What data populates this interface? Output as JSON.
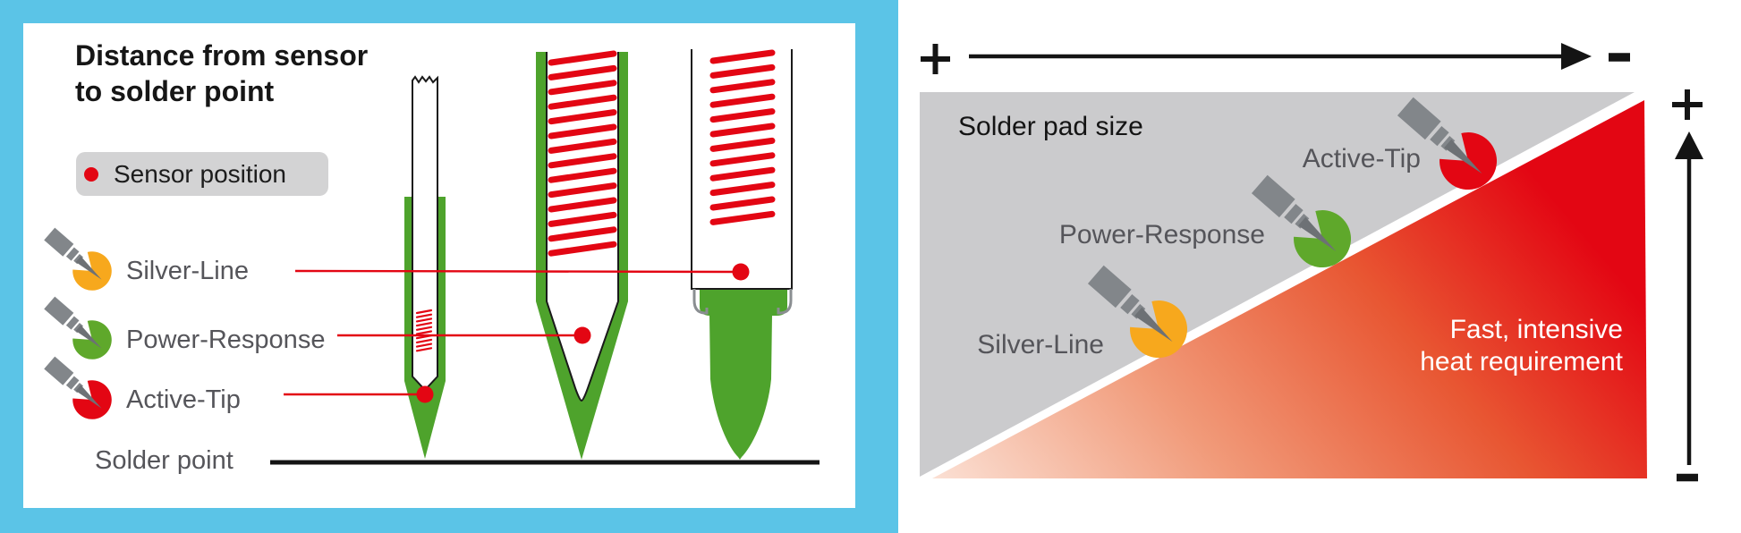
{
  "title": "Distance from sensor\nto solder point",
  "sensor_badge": {
    "label": "Sensor position",
    "dot_color": "#e30613"
  },
  "tip_series": [
    {
      "name": "Silver-Line",
      "color": "#f7a81d"
    },
    {
      "name": "Power-Response",
      "color": "#5fa82b"
    },
    {
      "name": "Active-Tip",
      "color": "#e30613"
    }
  ],
  "solder_point_label": "Solder point",
  "right_chart": {
    "area_label": "Solder pad size",
    "note": "Fast, intensive\nheat requirement",
    "x_axis": {
      "left_symbol": "+",
      "right_symbol": "-"
    },
    "y_axis": {
      "top_symbol": "+",
      "bottom_symbol": "-"
    }
  },
  "icons": [
    "soldering-iron-icon",
    "plus-icon",
    "minus-icon",
    "arrow-icon",
    "sensor-dot-icon"
  ],
  "colors": {
    "frame_cyan": "#5bc4e7",
    "tip_green": "#4ea32c",
    "signal_red": "#e30613",
    "silver_line_yellow": "#f7a81d",
    "power_response_green": "#5fa82b",
    "pad_gray": "#cbcbcd",
    "label_gray": "#55555a"
  }
}
